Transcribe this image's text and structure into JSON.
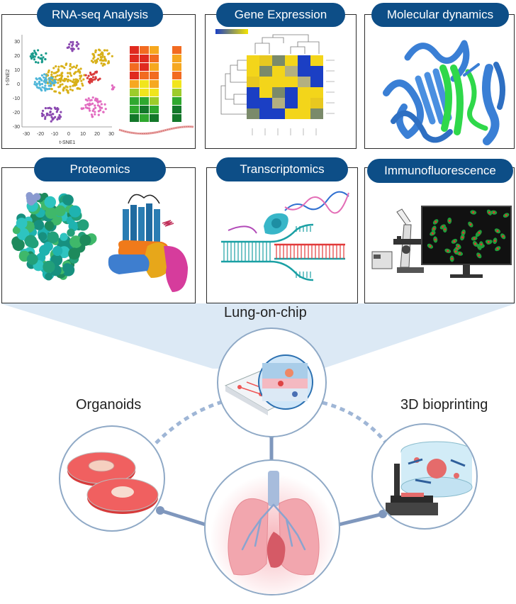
{
  "panels": {
    "rnaseq": {
      "title": "RNA-seq Analysis",
      "xlabel": "t-SNE1",
      "ylabel": "t-SNE2",
      "xticks": [
        "-30",
        "-20",
        "-10",
        "0",
        "10",
        "20",
        "30"
      ],
      "yticks": [
        "30",
        "20",
        "10",
        "0",
        "-10",
        "-20",
        "-30"
      ]
    },
    "gene_expression": {
      "title": "Gene Expression"
    },
    "molecular_dynamics": {
      "title": "Molecular dynamics"
    },
    "proteomics": {
      "title": "Proteomics"
    },
    "transcriptomics": {
      "title": "Transcriptomics"
    },
    "immunofluorescence": {
      "title": "Immunofluorescence"
    }
  },
  "models": {
    "lung_on_chip": "Lung-on-chip",
    "organoids": "Organoids",
    "bioprinting": "3D bioprinting"
  },
  "colors": {
    "pill": "#0d4e87",
    "connector": "#7f97bd",
    "fan": "#dce9f5",
    "circle_border": "#8fa9c6"
  }
}
